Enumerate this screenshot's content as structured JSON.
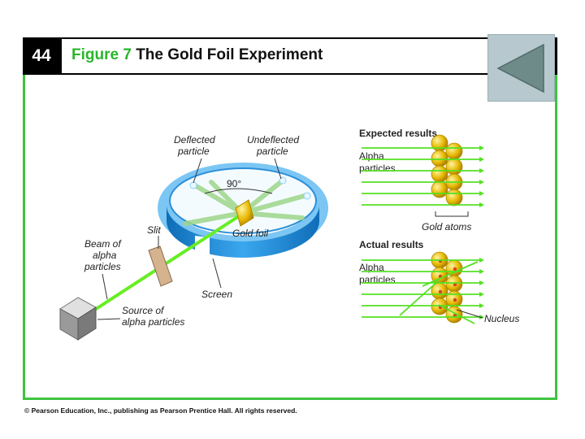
{
  "header": {
    "page_number": "44",
    "figure_number": "Figure 7",
    "figure_title": "The Gold Foil Experiment"
  },
  "navigation": {
    "back_button_icon": "triangle-left-icon"
  },
  "diagram": {
    "labels": {
      "deflected": [
        "Deflected",
        "particle"
      ],
      "undeflected": [
        "Undeflected",
        "particle"
      ],
      "angle": "90°",
      "slit": "Slit",
      "gold_foil": "Gold foil",
      "beam": [
        "Beam of",
        "alpha",
        "particles"
      ],
      "screen": "Screen",
      "source": [
        "Source of",
        "alpha particles"
      ]
    },
    "expected": {
      "title": "Expected results",
      "alpha": [
        "Alpha",
        "particles"
      ],
      "gold_atoms": "Gold atoms"
    },
    "actual": {
      "title": "Actual results",
      "alpha": [
        "Alpha",
        "particles"
      ],
      "nucleus": "Nucleus"
    }
  },
  "footer": {
    "copyright": "© Pearson Education, Inc., publishing as Pearson Prentice Hall. All rights reserved."
  },
  "colors": {
    "frame_green": "#3fc33f",
    "beam_green": "#66ee22",
    "ring_blue": "#1e8ad6",
    "gold": "#e8b400",
    "nucleus_red": "#d8402a",
    "button_gray": "#b7c9ce"
  }
}
